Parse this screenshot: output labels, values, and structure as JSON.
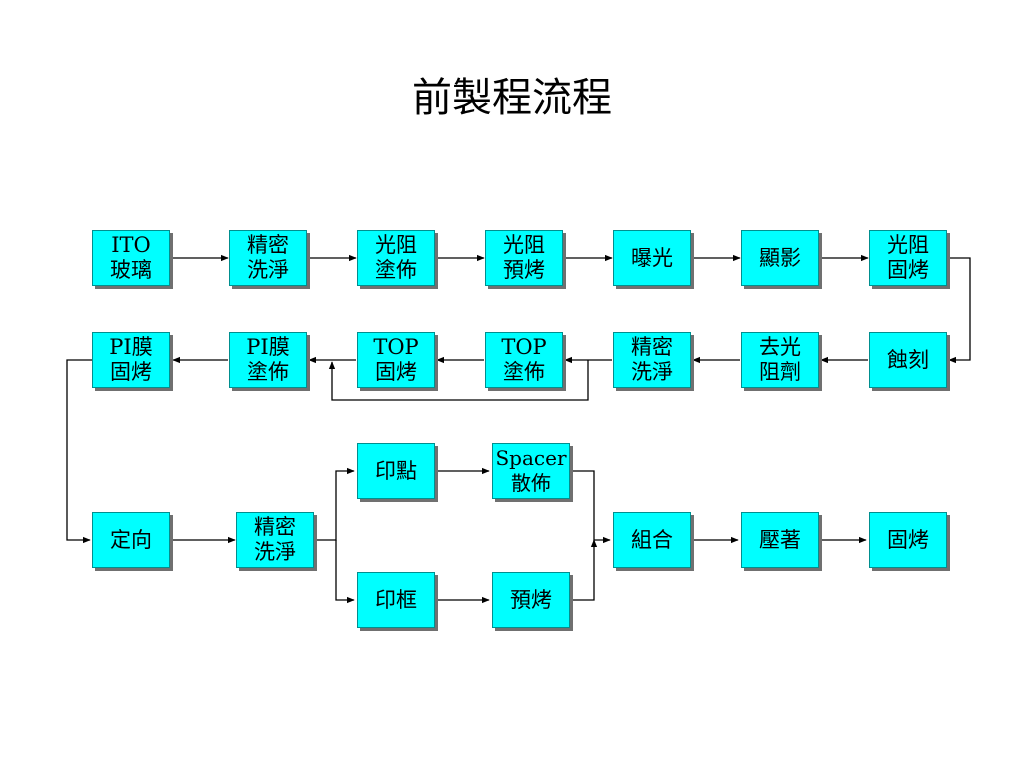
{
  "title": "前製程流程",
  "nodes": [
    {
      "id": "ito-glass",
      "label": "ITO\n玻璃"
    },
    {
      "id": "precision-clean-1",
      "label": "精密\n洗淨"
    },
    {
      "id": "pr-coating",
      "label": "光阻\n塗佈"
    },
    {
      "id": "pr-prebake",
      "label": "光阻\n預烤"
    },
    {
      "id": "exposure",
      "label": "曝光"
    },
    {
      "id": "develop",
      "label": "顯影"
    },
    {
      "id": "pr-cure",
      "label": "光阻\n固烤"
    },
    {
      "id": "etch",
      "label": "蝕刻"
    },
    {
      "id": "pr-strip",
      "label": "去光\n阻劑"
    },
    {
      "id": "precision-clean-2",
      "label": "精密\n洗淨"
    },
    {
      "id": "top-coating",
      "label": "TOP\n塗佈"
    },
    {
      "id": "top-cure",
      "label": "TOP\n固烤"
    },
    {
      "id": "pi-coating",
      "label": "PI膜\n塗佈"
    },
    {
      "id": "pi-cure",
      "label": "PI膜\n固烤"
    },
    {
      "id": "alignment",
      "label": "定向"
    },
    {
      "id": "precision-clean-3",
      "label": "精密\n洗淨"
    },
    {
      "id": "print-dot",
      "label": "印點"
    },
    {
      "id": "spacer-spray",
      "label": "Spacer\n散佈"
    },
    {
      "id": "print-frame",
      "label": "印框"
    },
    {
      "id": "prebake",
      "label": "預烤"
    },
    {
      "id": "assembly",
      "label": "組合"
    },
    {
      "id": "press",
      "label": "壓著"
    },
    {
      "id": "cure",
      "label": "固烤"
    }
  ]
}
